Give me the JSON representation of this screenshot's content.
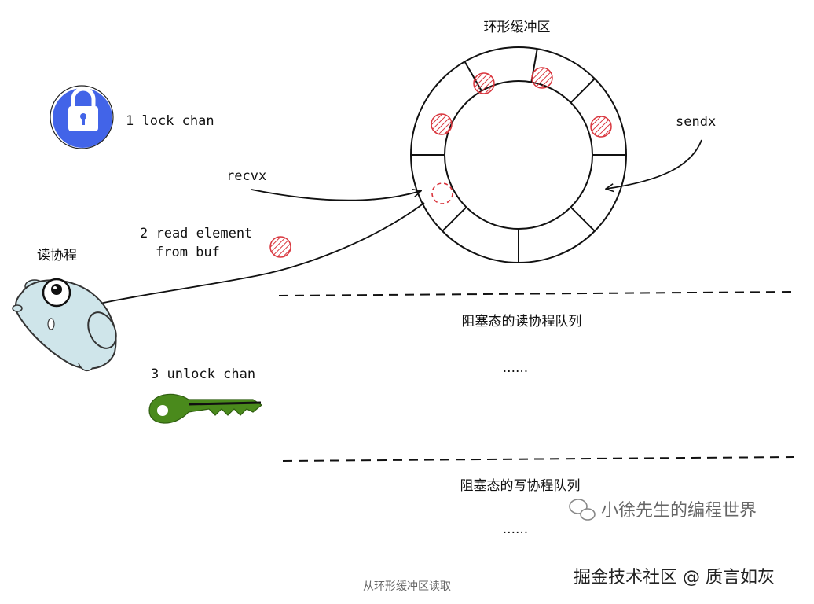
{
  "ring_title": "环形缓冲区",
  "steps": {
    "lock": "1 lock chan",
    "read_line1": "2 read element",
    "read_line2": "from buf",
    "unlock": "3 unlock chan"
  },
  "pointers": {
    "recv": "recvx",
    "send": "sendx"
  },
  "reader_label": "读协程",
  "queues": {
    "recv_queue": "阻塞态的读协程队列",
    "send_queue": "阻塞态的写协程队列",
    "ellipsis": "......"
  },
  "caption": "从环形缓冲区读取",
  "watermarks": {
    "wechat": "小徐先生的编程世界",
    "juejin": "掘金技术社区 @ 质言如灰"
  },
  "colors": {
    "lock_blue": "#4264e8",
    "key_green": "#4a8a1c",
    "element_red": "#d9363e",
    "gopher": "#cfe5ea"
  }
}
